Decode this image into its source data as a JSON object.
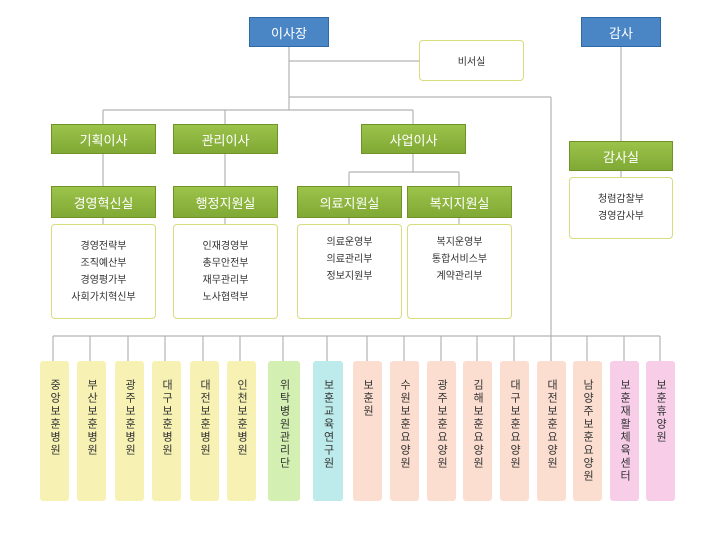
{
  "top": {
    "chairman": "이사장",
    "auditor": "감사",
    "secretary": "비서실",
    "audit_office": "감사실"
  },
  "directors": [
    "기획이사",
    "관리이사",
    "사업이사"
  ],
  "offices": [
    "경영혁신실",
    "행정지원실",
    "의료지원실",
    "복지지원실"
  ],
  "departments": [
    [
      "경영전략부",
      "조직예산부",
      "경영평가부",
      "사회가치혁신부"
    ],
    [
      "인재경영부",
      "총무안전부",
      "재무관리부",
      "노사협력부"
    ],
    [
      "의료운영부",
      "의료관리부",
      "정보지원부"
    ],
    [
      "복지운영부",
      "통합서비스부",
      "계약관리부"
    ]
  ],
  "audit_departments": [
    "청렴감찰부",
    "경영감사부"
  ],
  "institutions": [
    {
      "label": "중앙보훈병원",
      "color": "#f7f2b4"
    },
    {
      "label": "부산보훈병원",
      "color": "#f7f2b4"
    },
    {
      "label": "광주보훈병원",
      "color": "#f7f2b4"
    },
    {
      "label": "대구보훈병원",
      "color": "#f7f2b4"
    },
    {
      "label": "대전보훈병원",
      "color": "#f7f2b4"
    },
    {
      "label": "인천보훈병원",
      "color": "#f7f2b4"
    },
    {
      "label": "위탁병원관리단",
      "color": "#d3efb2"
    },
    {
      "label": "보훈교육연구원",
      "color": "#bdebec"
    },
    {
      "label": "보훈원",
      "color": "#fbded0"
    },
    {
      "label": "수원보훈요양원",
      "color": "#fbded0"
    },
    {
      "label": "광주보훈요양원",
      "color": "#fbded0"
    },
    {
      "label": "김해보훈요양원",
      "color": "#fbded0"
    },
    {
      "label": "대구보훈요양원",
      "color": "#fbded0"
    },
    {
      "label": "대전보훈요양원",
      "color": "#fbded0"
    },
    {
      "label": "남양주보훈요양원",
      "color": "#fbded0"
    },
    {
      "label": "보훈재활체육센터",
      "color": "#f7cde8"
    },
    {
      "label": "보훈휴양원",
      "color": "#f7cde8"
    }
  ]
}
